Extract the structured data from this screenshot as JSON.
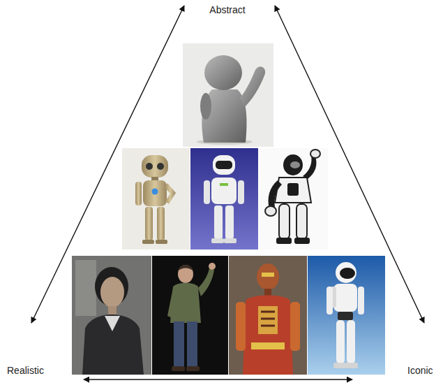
{
  "diagram": {
    "labels": [
      "Abstract",
      "Realistic",
      "Iconic"
    ]
  }
}
